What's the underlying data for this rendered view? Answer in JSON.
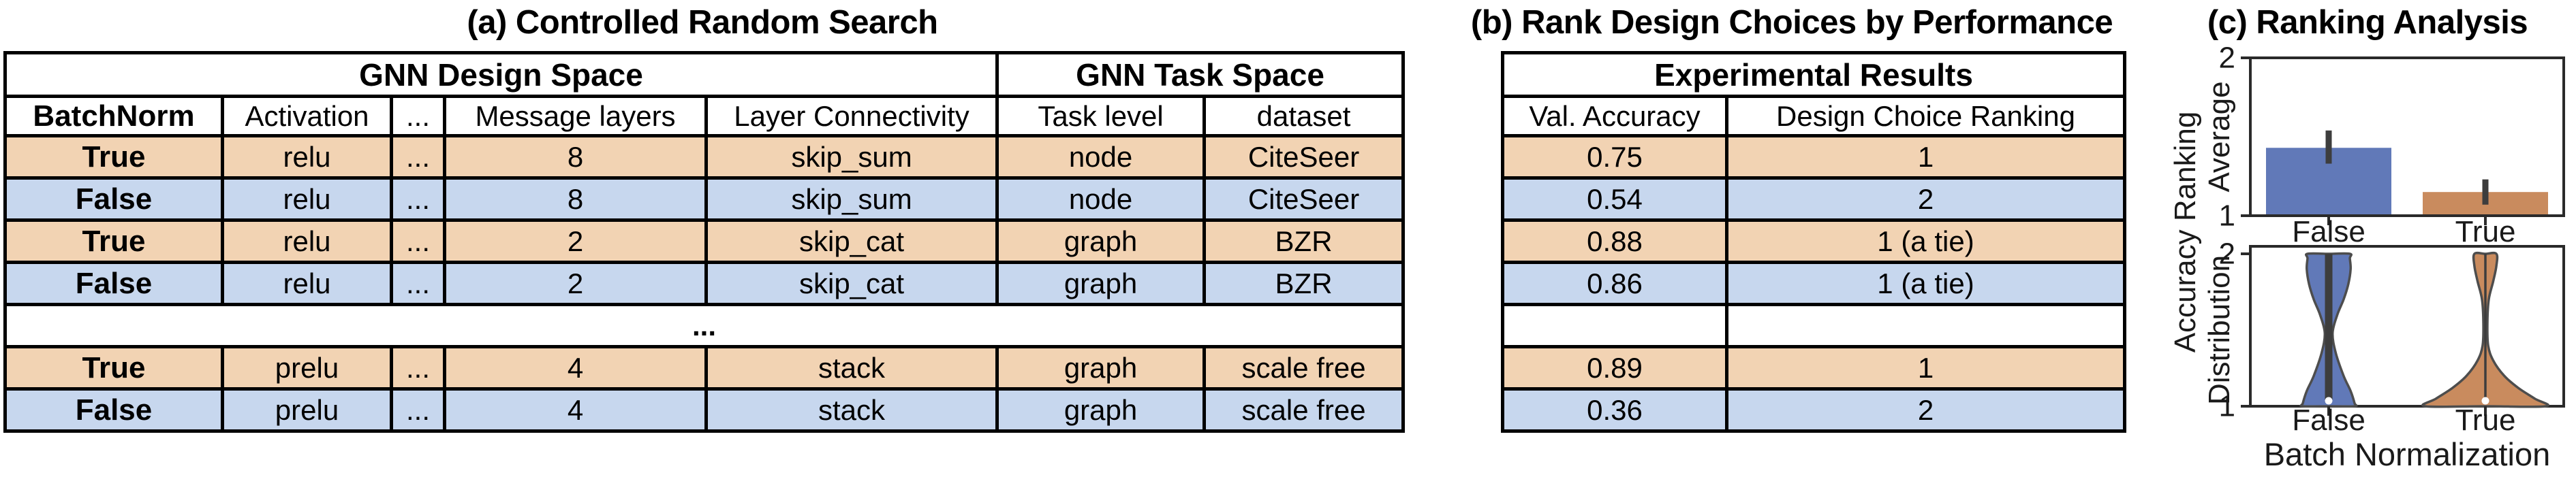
{
  "colors": {
    "row_orange": "#f2d3b3",
    "row_blue": "#c7d7ee",
    "bar_blue": "#6179b8",
    "bar_orange": "#c98b5e",
    "axis": "#2a2a2a",
    "violin_edge": "#4d4d4d",
    "inner_bar": "#3d3d3d"
  },
  "panels": {
    "a": {
      "title": "(a) Controlled Random Search",
      "table": {
        "group_headers": [
          {
            "label": "GNN Design Space",
            "span": 5
          },
          {
            "label": "GNN Task Space",
            "span": 2
          }
        ],
        "columns": [
          "BatchNorm",
          "Activation",
          "...",
          "Message layers",
          "Layer Connectivity",
          "Task level",
          "dataset"
        ],
        "rows": [
          {
            "tone": "orange",
            "cells": [
              "True",
              "relu",
              "...",
              "8",
              "skip_sum",
              "node",
              "CiteSeer"
            ]
          },
          {
            "tone": "blue",
            "cells": [
              "False",
              "relu",
              "...",
              "8",
              "skip_sum",
              "node",
              "CiteSeer"
            ]
          },
          {
            "tone": "orange",
            "cells": [
              "True",
              "relu",
              "...",
              "2",
              "skip_cat",
              "graph",
              "BZR"
            ]
          },
          {
            "tone": "blue",
            "cells": [
              "False",
              "relu",
              "...",
              "2",
              "skip_cat",
              "graph",
              "BZR"
            ]
          },
          {
            "gap": true,
            "colspan": 7,
            "label": "..."
          },
          {
            "tone": "orange",
            "cells": [
              "True",
              "prelu",
              "...",
              "4",
              "stack",
              "graph",
              "scale free"
            ]
          },
          {
            "tone": "blue",
            "cells": [
              "False",
              "prelu",
              "...",
              "4",
              "stack",
              "graph",
              "scale free"
            ]
          }
        ]
      }
    },
    "b": {
      "title": "(b) Rank Design Choices by Performance",
      "table": {
        "group_headers": [
          {
            "label": "Experimental Results",
            "span": 2
          }
        ],
        "columns": [
          "Val. Accuracy",
          "Design Choice Ranking"
        ],
        "rows": [
          {
            "tone": "orange",
            "cells": [
              "0.75",
              "1"
            ]
          },
          {
            "tone": "blue",
            "cells": [
              "0.54",
              "2"
            ]
          },
          {
            "tone": "orange",
            "cells": [
              "0.88",
              "1 (a tie)"
            ]
          },
          {
            "tone": "blue",
            "cells": [
              "0.86",
              "1 (a tie)"
            ]
          },
          {
            "gap": true,
            "cells": [
              "",
              ""
            ]
          },
          {
            "tone": "orange",
            "cells": [
              "0.89",
              "1"
            ]
          },
          {
            "tone": "blue",
            "cells": [
              "0.36",
              "2"
            ]
          }
        ]
      }
    },
    "c": {
      "title": "(c) Ranking Analysis"
    }
  },
  "chart_data": [
    {
      "type": "bar",
      "subplot": "top",
      "categories": [
        "False",
        "True"
      ],
      "values": [
        1.43,
        1.15
      ],
      "error_low": [
        1.33,
        1.07
      ],
      "error_high": [
        1.54,
        1.23
      ],
      "colors": [
        "#6179b8",
        "#c98b5e"
      ],
      "ylabel_outer": "Accuracy Ranking",
      "ylabel": "Average",
      "ylim": [
        1,
        2
      ],
      "yticks": [
        1,
        2
      ],
      "grid": false,
      "legend": null
    },
    {
      "type": "violin",
      "subplot": "bottom",
      "categories": [
        "False",
        "True"
      ],
      "xlabel": "Batch Normalization",
      "ylabel_outer": "Accuracy Ranking",
      "ylabel": "Distribution",
      "ylim": [
        1,
        2
      ],
      "yticks": [
        1,
        2
      ],
      "grid": false,
      "series": [
        {
          "name": "False",
          "color": "#6179b8",
          "median": 1,
          "range": [
            1,
            2
          ],
          "inner": "box",
          "profile": [
            [
              1.0,
              0.33
            ],
            [
              1.02,
              0.33
            ],
            [
              1.1,
              0.28
            ],
            [
              1.2,
              0.19
            ],
            [
              1.35,
              0.09
            ],
            [
              1.48,
              0.05
            ],
            [
              1.6,
              0.11
            ],
            [
              1.7,
              0.19
            ],
            [
              1.8,
              0.25
            ],
            [
              1.9,
              0.28
            ],
            [
              1.97,
              0.27
            ],
            [
              2.0,
              0.27
            ]
          ]
        },
        {
          "name": "True",
          "color": "#c98b5e",
          "median": 1,
          "range": [
            1,
            2
          ],
          "inner": "line",
          "profile": [
            [
              1.0,
              0.77
            ],
            [
              1.05,
              0.63
            ],
            [
              1.12,
              0.42
            ],
            [
              1.2,
              0.24
            ],
            [
              1.3,
              0.1
            ],
            [
              1.4,
              0.035
            ],
            [
              1.55,
              0.026
            ],
            [
              1.7,
              0.043
            ],
            [
              1.82,
              0.1
            ],
            [
              1.92,
              0.14
            ],
            [
              2.0,
              0.14
            ]
          ]
        }
      ]
    }
  ]
}
